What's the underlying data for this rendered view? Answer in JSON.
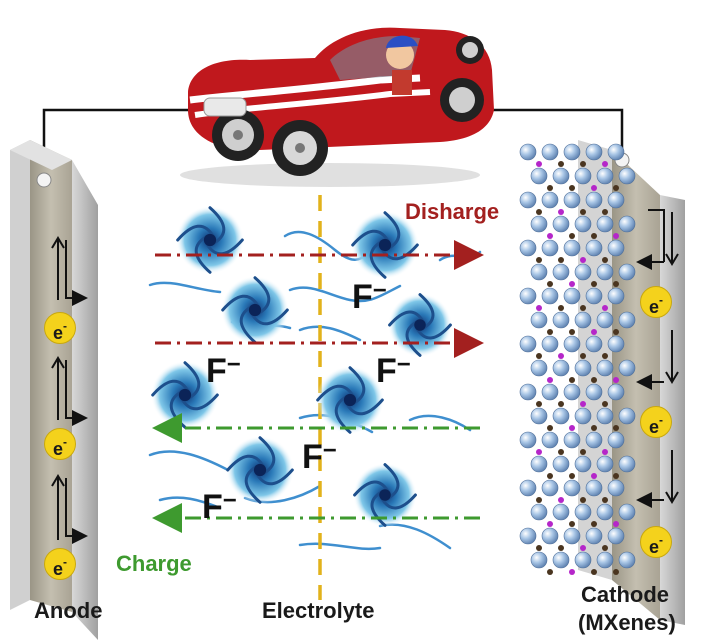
{
  "labels": {
    "anode": "Anode",
    "electrolyte": "Electrolyte",
    "cathode_line1": "Cathode",
    "cathode_line2": "(MXenes)",
    "discharge": "Disharge",
    "charge": "Charge"
  },
  "ion": {
    "text": "F",
    "superscript": "−"
  },
  "electron": {
    "text": "e",
    "superscript": "-"
  },
  "colors": {
    "discharge": "#a3201f",
    "charge": "#3e9a2f",
    "divider": "#e2b21b",
    "wave": "#3f8fcf",
    "electrode": "#b0ab9c",
    "electron": "#f4d21c",
    "car": "#c0181d"
  },
  "icons": [
    "toy-car-icon",
    "swirl-ion-icon",
    "mxene-lattice-icon",
    "current-arrow-icon"
  ]
}
